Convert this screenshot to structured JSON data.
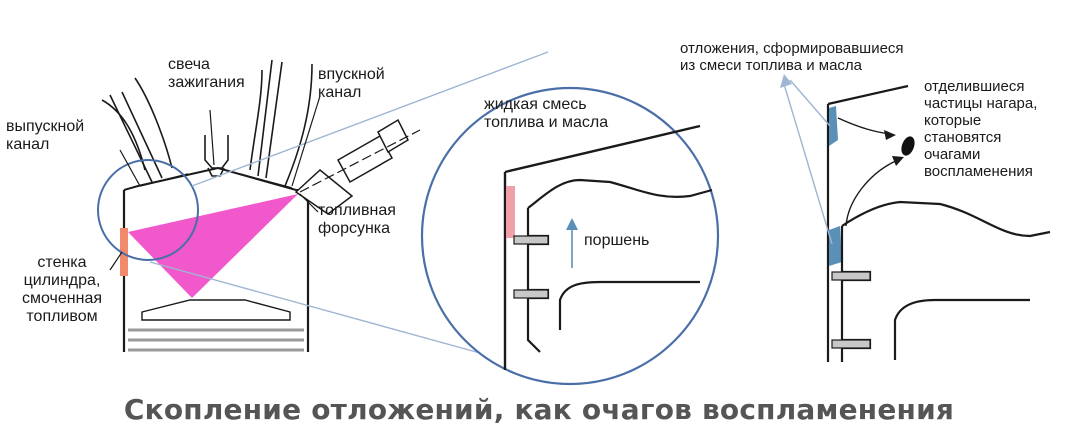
{
  "labels": {
    "spark_plug": "свеча\nзажигания",
    "intake_port": "впускной\nканал",
    "exhaust_port": "выпускной\nканал",
    "fuel_injector": "топливная\nфорсунка",
    "cylinder_wall": "стенка\nцилиндра,\nсмоченная\nтопливом",
    "liquid_mixture": "жидкая смесь\nтоплива и масла",
    "piston": "поршень",
    "deposits": "отложения, сформировавшиеся\nиз смеси топлива и масла",
    "carbon_particles": "отделившиеся\nчастицы нагара,\nкоторые\nстановятся\nочагами\nвоспламенения"
  },
  "caption": "Скопление отложений, как очагов воспламенения",
  "colors": {
    "spray": "#f04fc8",
    "wetted_wall": "#f08a6a",
    "liquid_film": "#f0a0a8",
    "deposit": "#5a90b8",
    "zoom_circle": "#4a6fa8",
    "guide": "#9fb6d3",
    "particle": "#111111"
  }
}
